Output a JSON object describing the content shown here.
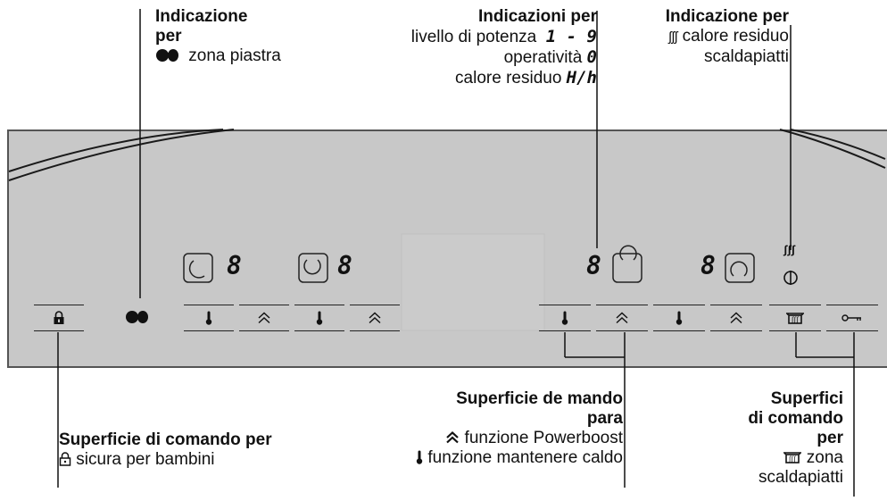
{
  "callouts": {
    "top_left": {
      "title_line1": "Indicazione",
      "title_line2": "per",
      "line3": "zona piastra",
      "icon": "dual-circle-icon"
    },
    "top_middle": {
      "title": "Indicazioni per",
      "line1": "livello di potenza",
      "line1_code": "1 - 9",
      "line2": "operatività",
      "line2_code": "0",
      "line3": "calore residuo",
      "line3_code": "H/h"
    },
    "top_right": {
      "title": "Indicazione per",
      "line1": "calore residuo",
      "line2": "scaldapiatti",
      "icon": "heat-waves-icon"
    },
    "bottom_left": {
      "title": "Superficie di comando per",
      "line1": "sicura per bambini",
      "icon": "padlock-icon"
    },
    "bottom_middle": {
      "title_line1": "Superficie de mando",
      "title_line2": "para",
      "line1": "funzione Powerboost",
      "line2": "funzione mantenere caldo",
      "icons": [
        "double-chevron-up-icon",
        "thermometer-icon"
      ]
    },
    "bottom_right": {
      "title_line1": "Superfici",
      "title_line2": "di comando",
      "title_line3": "per",
      "line1": "zona",
      "line2": "scaldapiatti",
      "icon": "plate-warmer-icon"
    }
  },
  "panel": {
    "displays": [
      "8",
      "8",
      "8",
      "8"
    ],
    "warmer_heat_symbol": "ʃʃʃ"
  }
}
